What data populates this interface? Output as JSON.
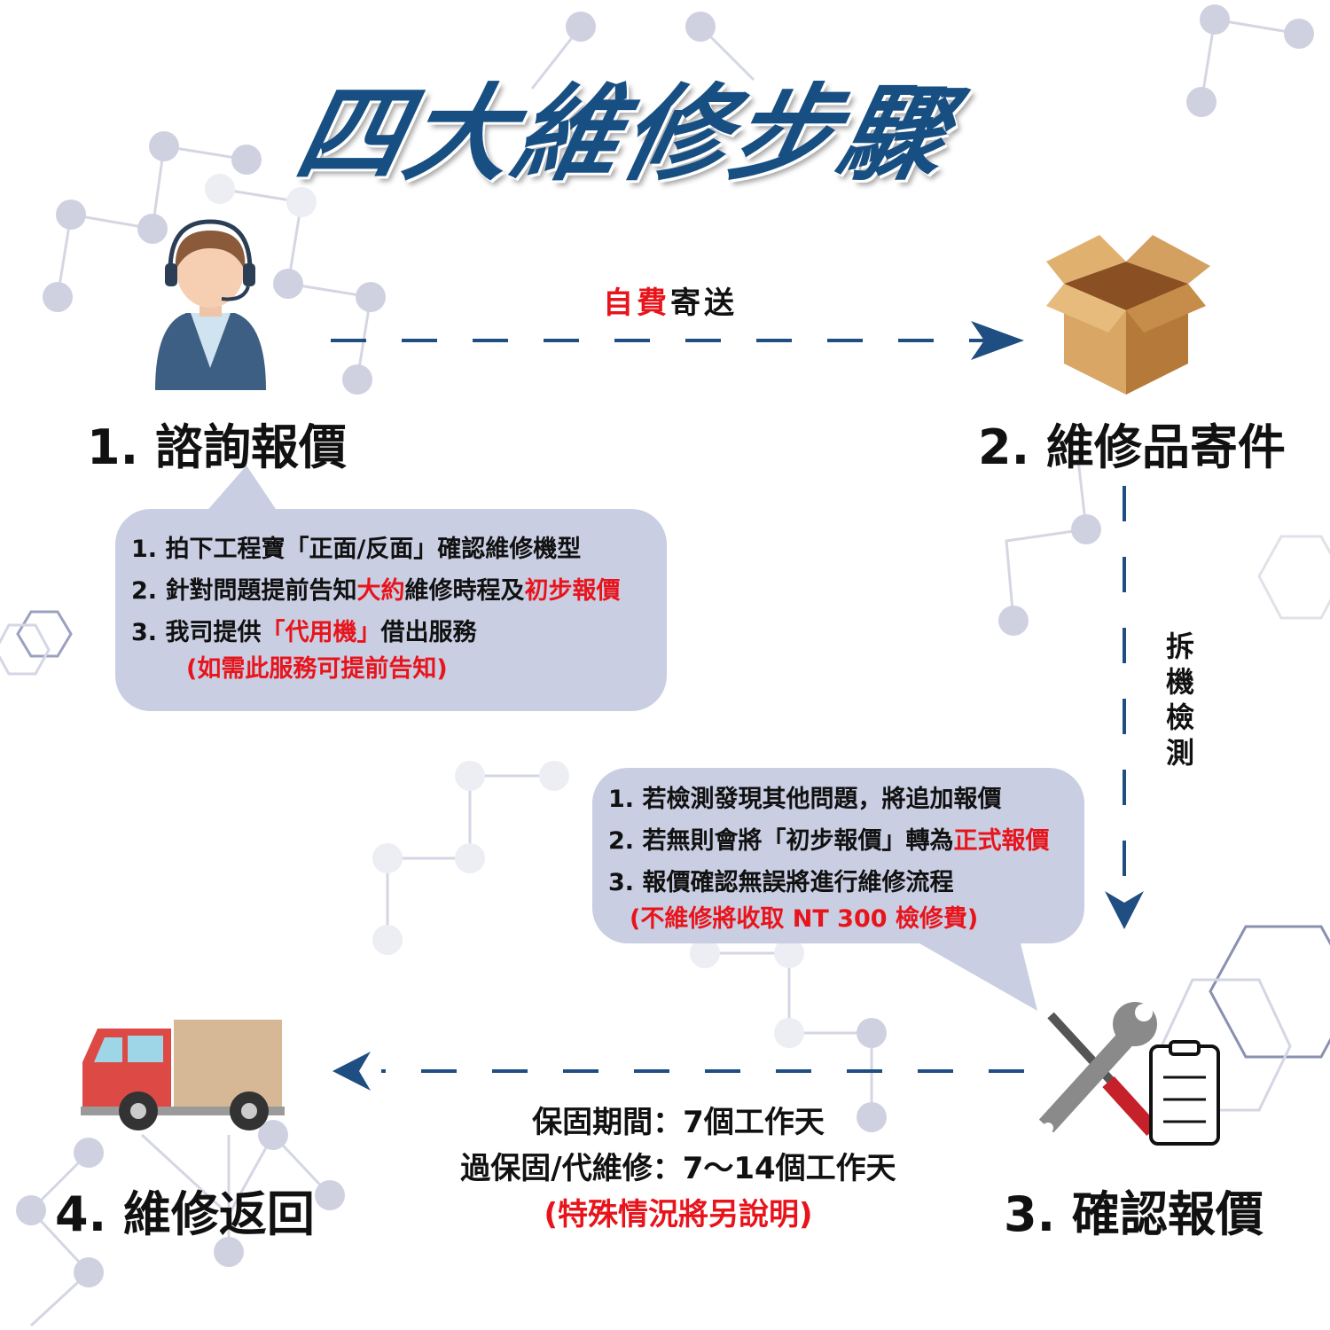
{
  "title": "四大維修步驟",
  "arrow_labels": {
    "ship_red": "自費",
    "ship_black": "寄送",
    "inspect": "拆機檢測"
  },
  "steps": [
    {
      "label": "1. 諮詢報價",
      "icon": "customer-service-agent-icon"
    },
    {
      "label": "2. 維修品寄件",
      "icon": "cardboard-box-icon"
    },
    {
      "label": "3. 確認報價",
      "icon": "tools-clipboard-icon"
    },
    {
      "label": "4. 維修返回",
      "icon": "delivery-truck-icon"
    }
  ],
  "bubble1": {
    "line1": "1. 拍下工程寶「正面/反面」確認維修機型",
    "line2_a": "2. 針對問題提前告知",
    "line2_b": "大約",
    "line2_c": "維修時程及",
    "line2_d": "初步報價",
    "line3_a": "3. 我司提供",
    "line3_b": "「代用機」",
    "line3_c": "借出服務",
    "line4": "(如需此服務可提前告知)"
  },
  "bubble3": {
    "line1": "1. 若檢測發現其他問題，將追加報價",
    "line2_a": "2. 若無則會將「初步報價」轉為",
    "line2_b": "正式報價",
    "line3": "3. 報價確認無誤將進行維修流程",
    "line4": "(不維修將收取 NT 300 檢修費)"
  },
  "return_info": {
    "warranty": "保固期間：7個工作天",
    "out_of_warranty": "過保固/代維修：7～14個工作天",
    "note": "(特殊情況將另說明)"
  },
  "colors": {
    "title": "#184f82",
    "arrow": "#1f4e82",
    "bubble": "#c9cee2",
    "accent": "#e8141c"
  }
}
